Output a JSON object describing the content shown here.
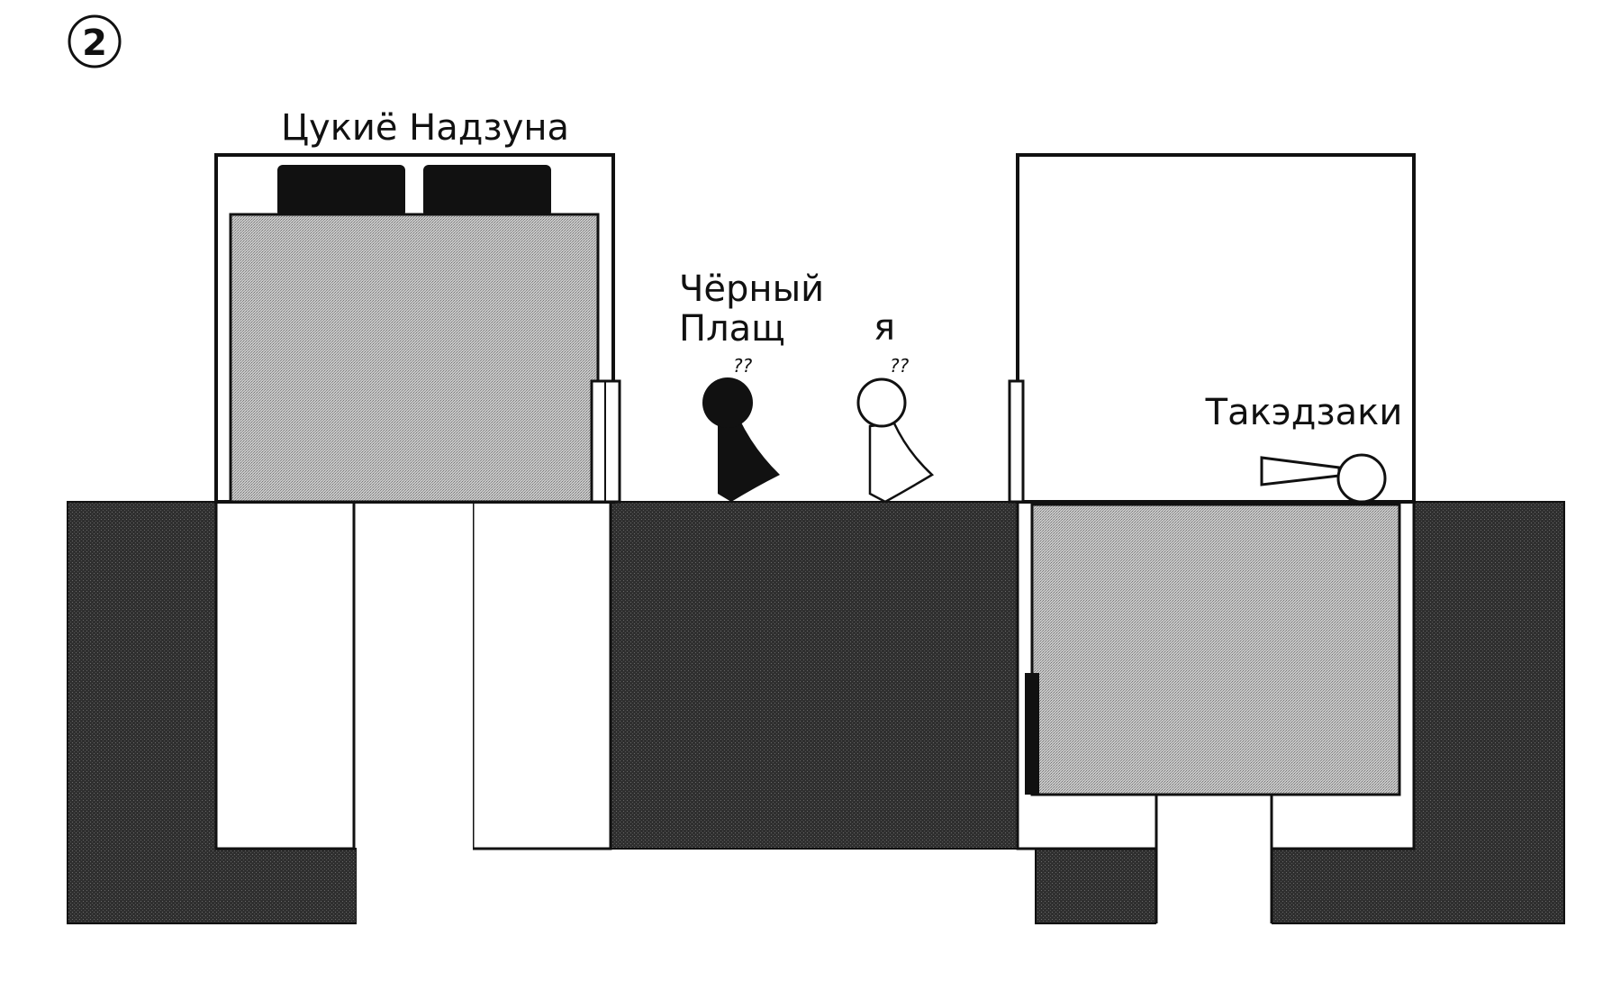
{
  "step_number": "2",
  "labels": {
    "left_building": "Цукиё Надзуна",
    "black_figure_line1": "Чёрный",
    "black_figure_line2": "Плащ",
    "white_figure": "я",
    "lying_figure": "Такэдзаки"
  },
  "confusion_marks": {
    "black_figure": "??",
    "white_figure": "??"
  },
  "icons": {
    "step_badge": "circled-number-icon",
    "black_figure": "black-pawn-person-icon",
    "white_figure": "white-pawn-person-icon",
    "lying_figure": "lying-person-icon"
  },
  "colors": {
    "ink": "#111111",
    "paper": "#ffffff",
    "ground_tone": "#2f2f2f",
    "elevator_tone": "#a9a9a9",
    "mattress": "#111111"
  }
}
